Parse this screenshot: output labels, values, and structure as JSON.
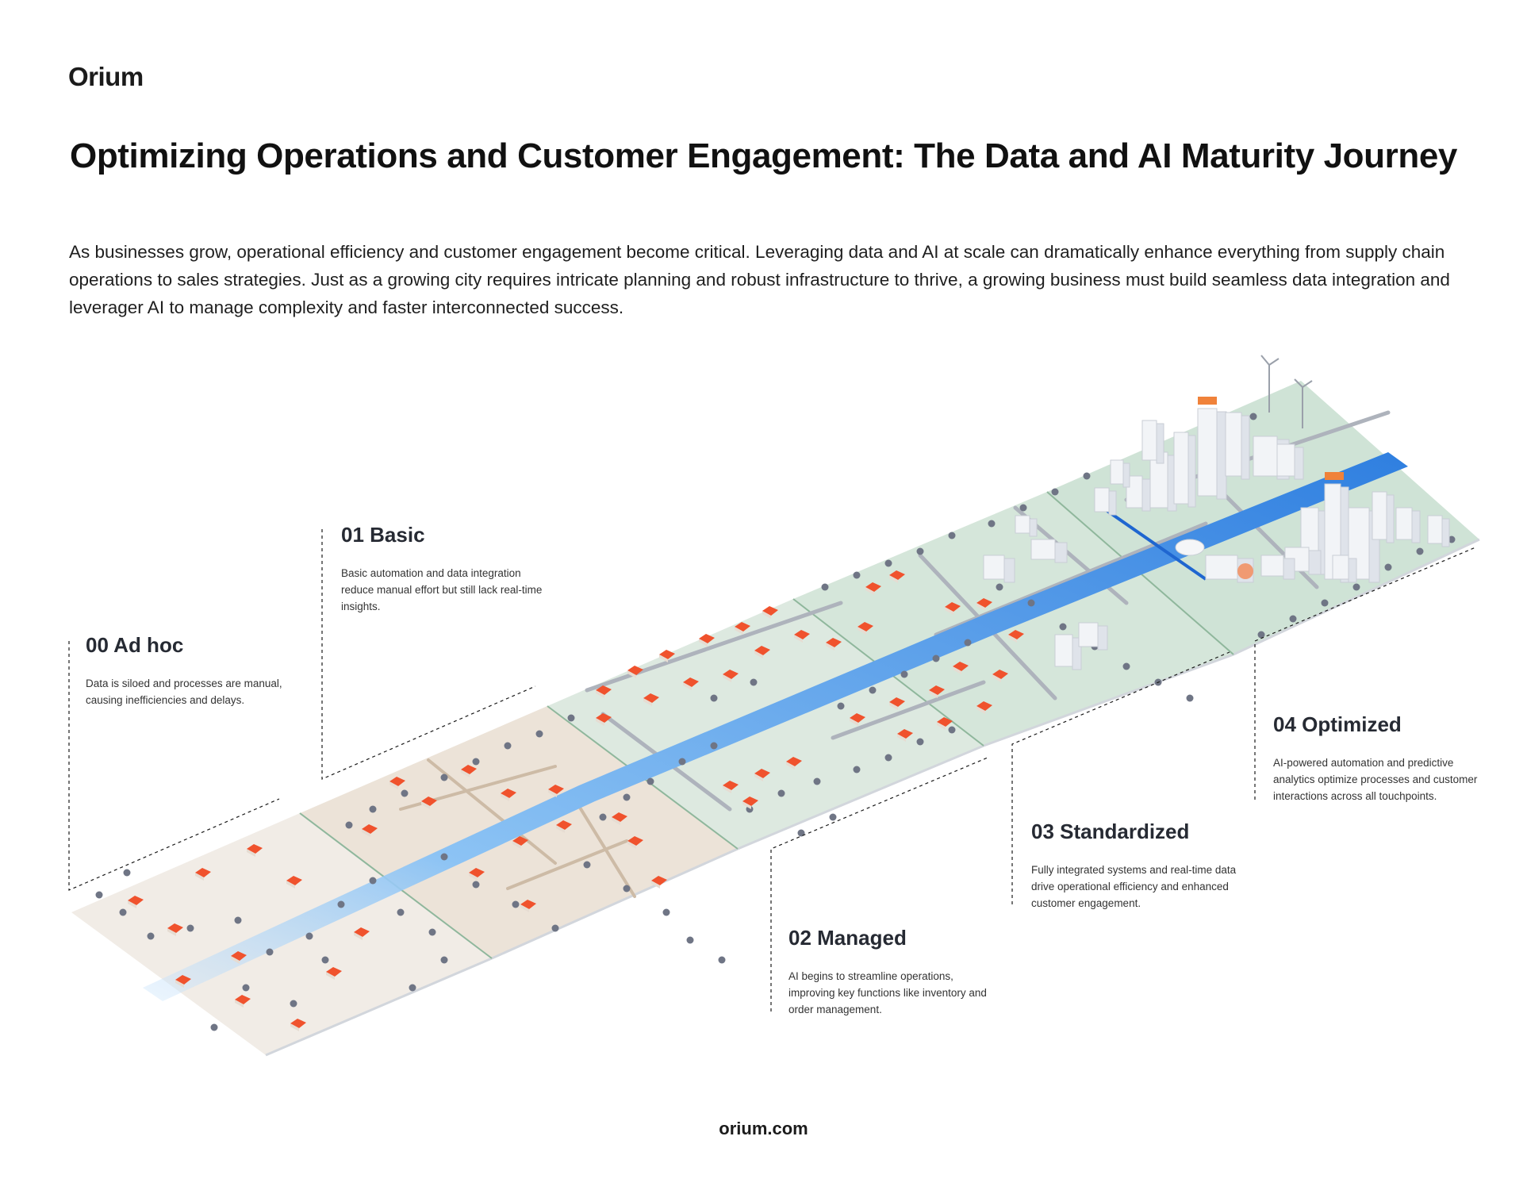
{
  "brand": {
    "logo": "Orium"
  },
  "title": "Optimizing Operations and Customer Engagement: The Data and AI Maturity Journey",
  "intro": "As businesses grow, operational efficiency and customer engagement become critical. Leveraging data and AI at scale can dramatically enhance everything from supply chain operations to sales strategies. Just as a growing city requires intricate planning and robust infrastructure to thrive, a growing business must build seamless data integration and leverager AI to manage complexity and faster interconnected success.",
  "stages": [
    {
      "title": "00 Ad hoc",
      "description": "Data is siloed and processes are manual, causing inefficiencies and delays."
    },
    {
      "title": "01 Basic",
      "description": "Basic automation and data integration reduce manual effort but still lack real-time insights."
    },
    {
      "title": "02 Managed",
      "description": "AI begins to streamline operations, improving key functions like inventory and order management."
    },
    {
      "title": "03 Standardized",
      "description": "Fully integrated systems and real-time data drive operational efficiency and enhanced customer engagement."
    },
    {
      "title": "04 Optimized",
      "description": "AI-powered automation and predictive analytics optimize processes and customer interactions across all touchpoints."
    }
  ],
  "footer": {
    "url": "orium.com"
  },
  "colors": {
    "house_roof": "#f0522d",
    "river": "#5aa9ef",
    "tree": "#6f7585",
    "ground_sand": "#efe8df",
    "ground_green": "#dbe9df",
    "road": "#c9ccd3",
    "building": "#f2f4f7"
  }
}
